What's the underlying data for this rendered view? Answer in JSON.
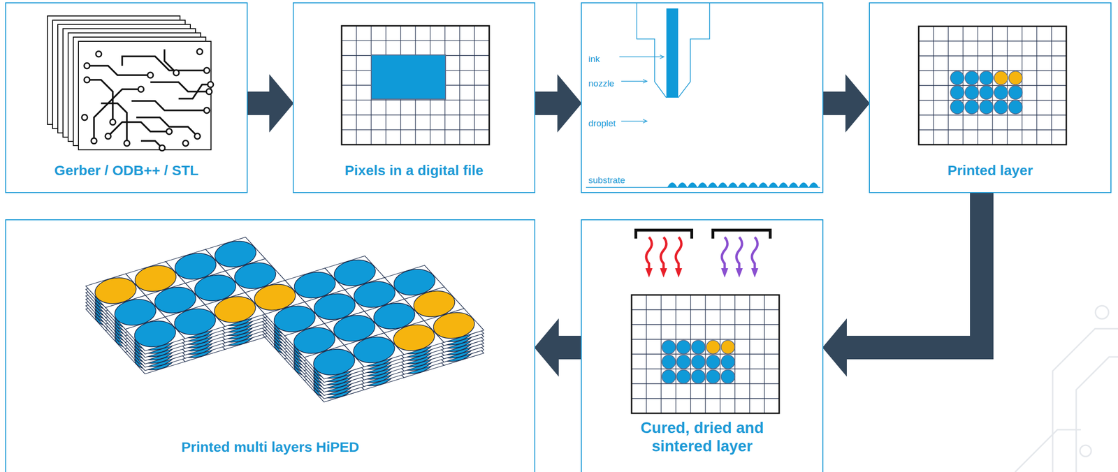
{
  "diagram": {
    "nodes": [
      {
        "text": [
          "Gerber / ODB++ / STL"
        ]
      },
      {
        "text": [
          "Pixels in a digital file"
        ]
      },
      {
        "text": [
          "ink",
          "nozzle",
          "droplet",
          "substrate"
        ]
      },
      {
        "text": [
          "Printed layer"
        ]
      },
      {
        "text": [
          "Cured, dried and sintered layer"
        ]
      },
      {
        "text": [
          "Printed multi layers HiPED"
        ]
      }
    ],
    "edges": [
      {
        "from": 0,
        "to": 1,
        "arrow": "to"
      },
      {
        "from": 1,
        "to": 2,
        "arrow": "to"
      },
      {
        "from": 2,
        "to": 3,
        "arrow": "to"
      },
      {
        "from": 3,
        "to": 4,
        "arrow": "to"
      },
      {
        "from": 4,
        "to": 5,
        "arrow": "to"
      }
    ]
  }
}
